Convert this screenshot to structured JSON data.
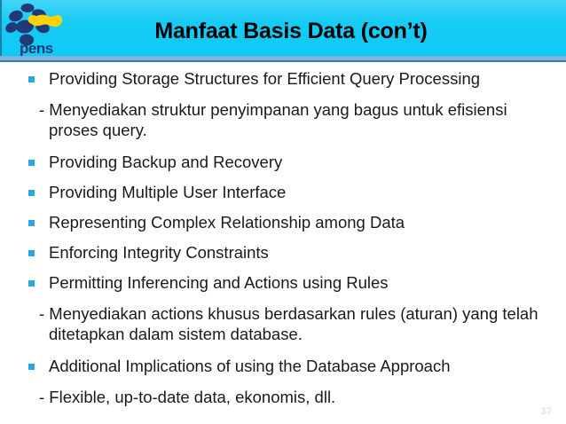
{
  "header": {
    "background_color": "#0fc9f5",
    "title": "Manfaat Basis Data (con’t)",
    "logo": {
      "name": "pens-logo",
      "wordmark": "pens",
      "blob_color": "#1f3a77",
      "accent_color": "#ffd200"
    }
  },
  "slide": {
    "page_number": "37",
    "bullet_color": "#29a8df",
    "items": [
      {
        "type": "bullet",
        "text": "Providing Storage Structures for Efficient Query Processing"
      },
      {
        "type": "sub",
        "text": "- Menyediakan struktur penyimpanan yang bagus untuk efisiensi proses query."
      },
      {
        "type": "bullet",
        "text": "Providing Backup and Recovery"
      },
      {
        "type": "bullet",
        "text": "Providing Multiple User Interface"
      },
      {
        "type": "bullet",
        "text": "Representing Complex Relationship among Data"
      },
      {
        "type": "bullet",
        "text": "Enforcing Integrity Constraints"
      },
      {
        "type": "bullet",
        "text": "Permitting Inferencing and Actions using Rules"
      },
      {
        "type": "sub",
        "text": "- Menyediakan actions khusus berdasarkan rules (aturan) yang telah ditetapkan dalam sistem database."
      },
      {
        "type": "bullet",
        "text": "Additional Implications of using the Database Approach"
      },
      {
        "type": "sub",
        "text": "- Flexible, up-to-date data, ekonomis, dll."
      }
    ]
  }
}
